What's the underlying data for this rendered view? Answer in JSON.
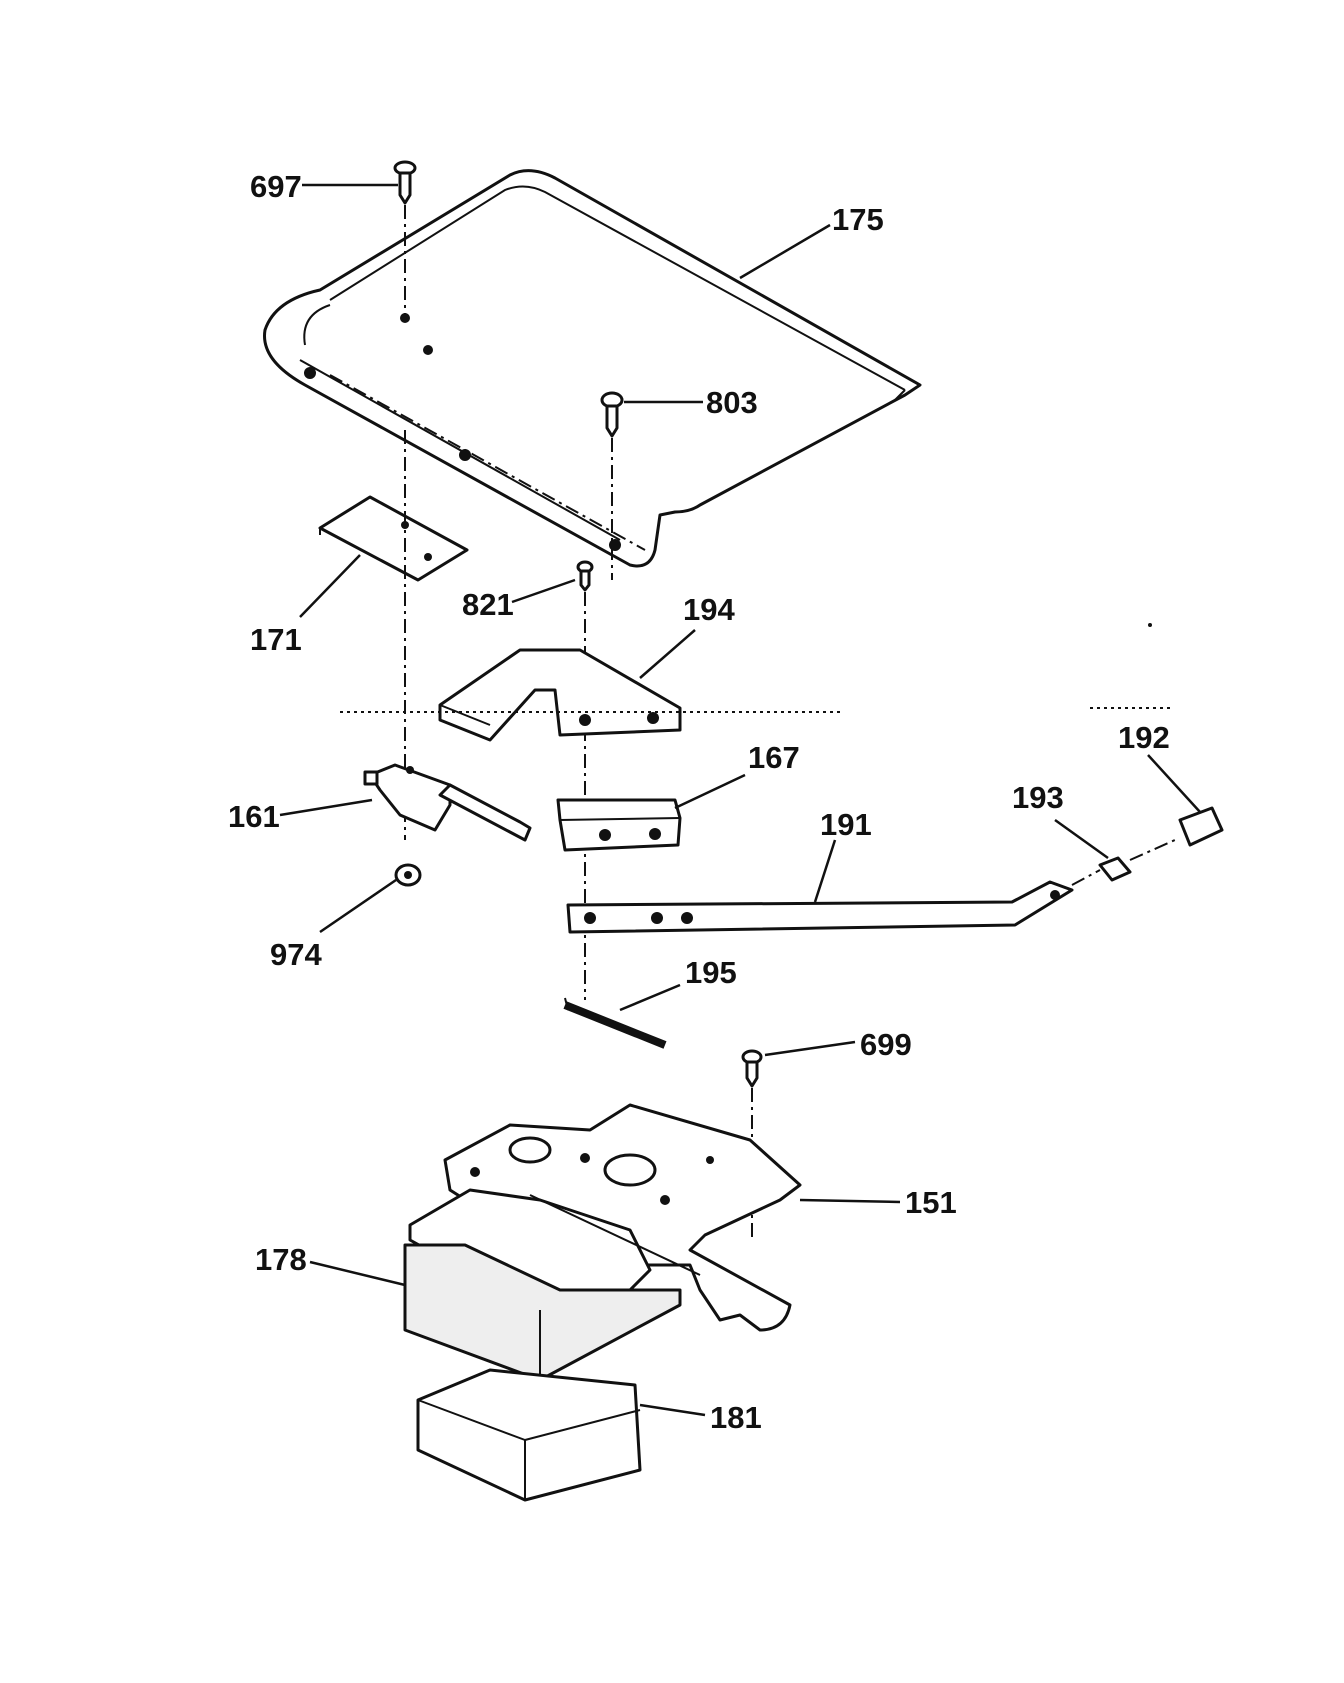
{
  "diagram": {
    "labels": {
      "l697": "697",
      "l175": "175",
      "l803": "803",
      "l171": "171",
      "l821": "821",
      "l194": "194",
      "l192": "192",
      "l161": "161",
      "l167": "167",
      "l193": "193",
      "l191": "191",
      "l974": "974",
      "l195": "195",
      "l699": "699",
      "l151": "151",
      "l178": "178",
      "l181": "181"
    }
  }
}
